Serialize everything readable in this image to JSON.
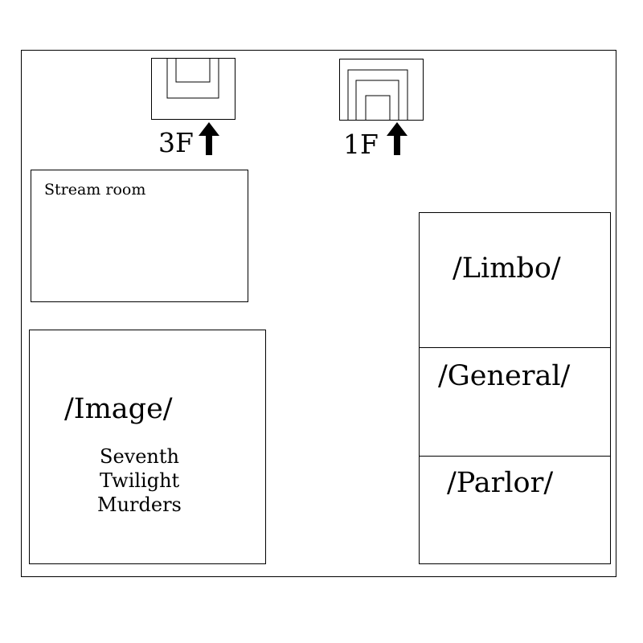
{
  "floor_plan": {
    "stairs": [
      {
        "label": "3F",
        "direction": "up"
      },
      {
        "label": "1F",
        "direction": "up"
      }
    ],
    "rooms": {
      "stream_room": "Stream room",
      "image": {
        "title": "/Image/",
        "subtitle": [
          "Seventh",
          "Twilight",
          "Murders"
        ]
      },
      "limbo": "/Limbo/",
      "general": "/General/",
      "parlor": "/Parlor/"
    }
  }
}
